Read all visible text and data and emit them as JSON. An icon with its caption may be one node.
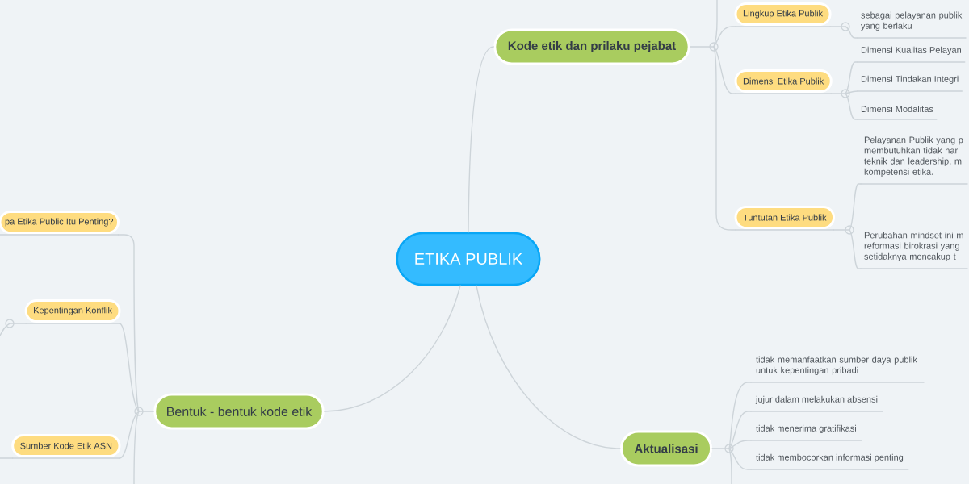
{
  "diagram": {
    "nodes": [
      {
        "text": [
          "ETIKA PUBLIK"
        ]
      },
      {
        "text": [
          "Kode etik dan prilaku pejabat"
        ]
      },
      {
        "text": [
          "Lingkup Etika Publik"
        ]
      },
      {
        "text": [
          "sebagai pelayanan publik yang berlaku"
        ]
      },
      {
        "text": [
          "Dimensi Etika Publik"
        ]
      },
      {
        "text": [
          "Dimensi Kualitas Pelayan"
        ]
      },
      {
        "text": [
          "Dimensi Tindakan Integri"
        ]
      },
      {
        "text": [
          "Dimensi Modalitas"
        ]
      },
      {
        "text": [
          "Tuntutan Etika Publik"
        ]
      },
      {
        "text": [
          "Pelayanan Publik yang p membutuhkan tidak har teknik dan leadership, m kompetensi etika."
        ]
      },
      {
        "text": [
          "Perubahan mindset ini m reformasi birokrasi yang setidaknya mencakup t"
        ]
      },
      {
        "text": [
          "Aktualisasi"
        ]
      },
      {
        "text": [
          "tidak memanfaatkan sumber daya publik untuk kepentingan pribadi"
        ]
      },
      {
        "text": [
          "jujur dalam melakukan absensi"
        ]
      },
      {
        "text": [
          "tidak menerima gratifikasi"
        ]
      },
      {
        "text": [
          "tidak membocorkan informasi penting"
        ]
      },
      {
        "text": [
          "Bentuk - bentuk kode etik"
        ]
      },
      {
        "text": [
          "pa Etika Public Itu Penting?"
        ]
      },
      {
        "text": [
          "Kepentingan Konflik"
        ]
      },
      {
        "text": [
          "Sumber Kode Etik ASN"
        ]
      }
    ],
    "edges": [
      {
        "from": 0,
        "to": 1,
        "arrow": "none"
      },
      {
        "from": 0,
        "to": 11,
        "arrow": "none"
      },
      {
        "from": 0,
        "to": 16,
        "arrow": "none"
      },
      {
        "from": 1,
        "to": 2,
        "arrow": "none"
      },
      {
        "from": 1,
        "to": 4,
        "arrow": "none"
      },
      {
        "from": 1,
        "to": 8,
        "arrow": "none"
      },
      {
        "from": 1,
        "to": null,
        "arrow": "none"
      },
      {
        "from": 2,
        "to": 3,
        "arrow": "none"
      },
      {
        "from": 4,
        "to": 5,
        "arrow": "none"
      },
      {
        "from": 4,
        "to": 6,
        "arrow": "none"
      },
      {
        "from": 4,
        "to": 7,
        "arrow": "none"
      },
      {
        "from": 8,
        "to": 9,
        "arrow": "none"
      },
      {
        "from": 8,
        "to": 10,
        "arrow": "none"
      },
      {
        "from": 11,
        "to": 12,
        "arrow": "none"
      },
      {
        "from": 11,
        "to": 13,
        "arrow": "none"
      },
      {
        "from": 11,
        "to": 14,
        "arrow": "none"
      },
      {
        "from": 11,
        "to": 15,
        "arrow": "none"
      },
      {
        "from": 11,
        "to": null,
        "arrow": "none"
      },
      {
        "from": 16,
        "to": 17,
        "arrow": "none"
      },
      {
        "from": 16,
        "to": 18,
        "arrow": "none"
      },
      {
        "from": 16,
        "to": 19,
        "arrow": "none"
      },
      {
        "from": 16,
        "to": null,
        "arrow": "none"
      },
      {
        "from": 18,
        "to": null,
        "arrow": "none"
      },
      {
        "from": 19,
        "to": null,
        "arrow": "none"
      }
    ]
  }
}
